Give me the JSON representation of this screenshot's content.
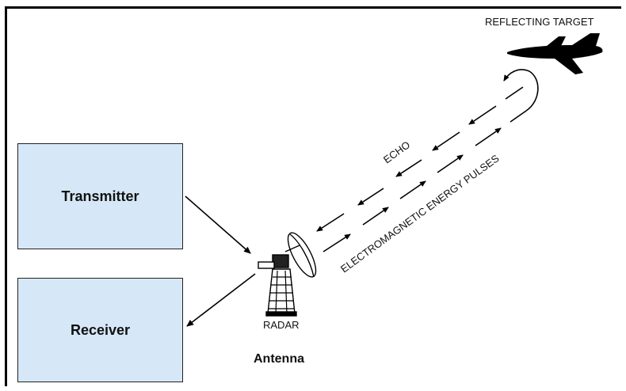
{
  "boxes": {
    "transmitter": "Transmitter",
    "receiver": "Receiver"
  },
  "labels": {
    "radar": "RADAR",
    "antenna": "Antenna",
    "target": "REFLECTING TARGET",
    "echo": "ECHO",
    "pulses": "ELECTROMAGNETIC ENERGY PULSES"
  },
  "icons": {
    "antenna": "radar-dish-icon",
    "target": "airplane-icon"
  },
  "colors": {
    "box_fill": "#d6e8f7",
    "line": "#000000"
  }
}
